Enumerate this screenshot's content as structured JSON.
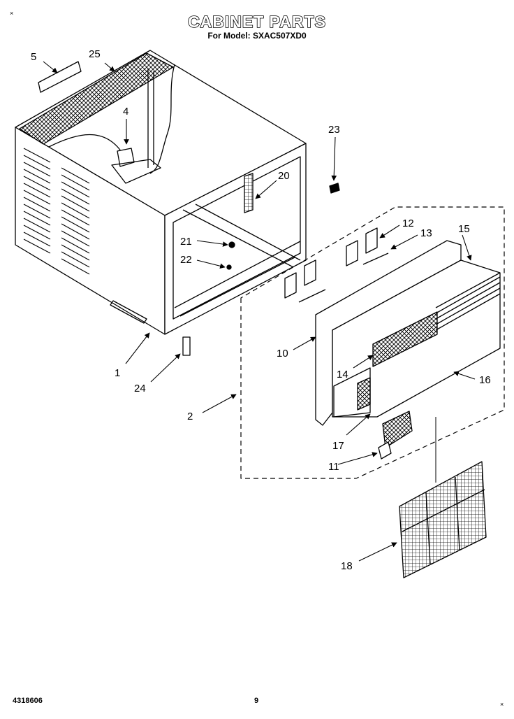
{
  "header": {
    "title": "CABINET PARTS",
    "subtitle": "For Model: SXAC507XD0"
  },
  "callouts": [
    {
      "id": "c5",
      "label": "5"
    },
    {
      "id": "c25",
      "label": "25"
    },
    {
      "id": "c4",
      "label": "4"
    },
    {
      "id": "c23",
      "label": "23"
    },
    {
      "id": "c20",
      "label": "20"
    },
    {
      "id": "c21",
      "label": "21"
    },
    {
      "id": "c22",
      "label": "22"
    },
    {
      "id": "c12",
      "label": "12"
    },
    {
      "id": "c13",
      "label": "13"
    },
    {
      "id": "c15",
      "label": "15"
    },
    {
      "id": "c10",
      "label": "10"
    },
    {
      "id": "c14",
      "label": "14"
    },
    {
      "id": "c16",
      "label": "16"
    },
    {
      "id": "c1",
      "label": "1"
    },
    {
      "id": "c24",
      "label": "24"
    },
    {
      "id": "c2",
      "label": "2"
    },
    {
      "id": "c17",
      "label": "17"
    },
    {
      "id": "c11",
      "label": "11"
    },
    {
      "id": "c18",
      "label": "18"
    }
  ],
  "footer": {
    "part_number": "4318606",
    "page": "9"
  },
  "marks": {
    "corner": "×"
  }
}
